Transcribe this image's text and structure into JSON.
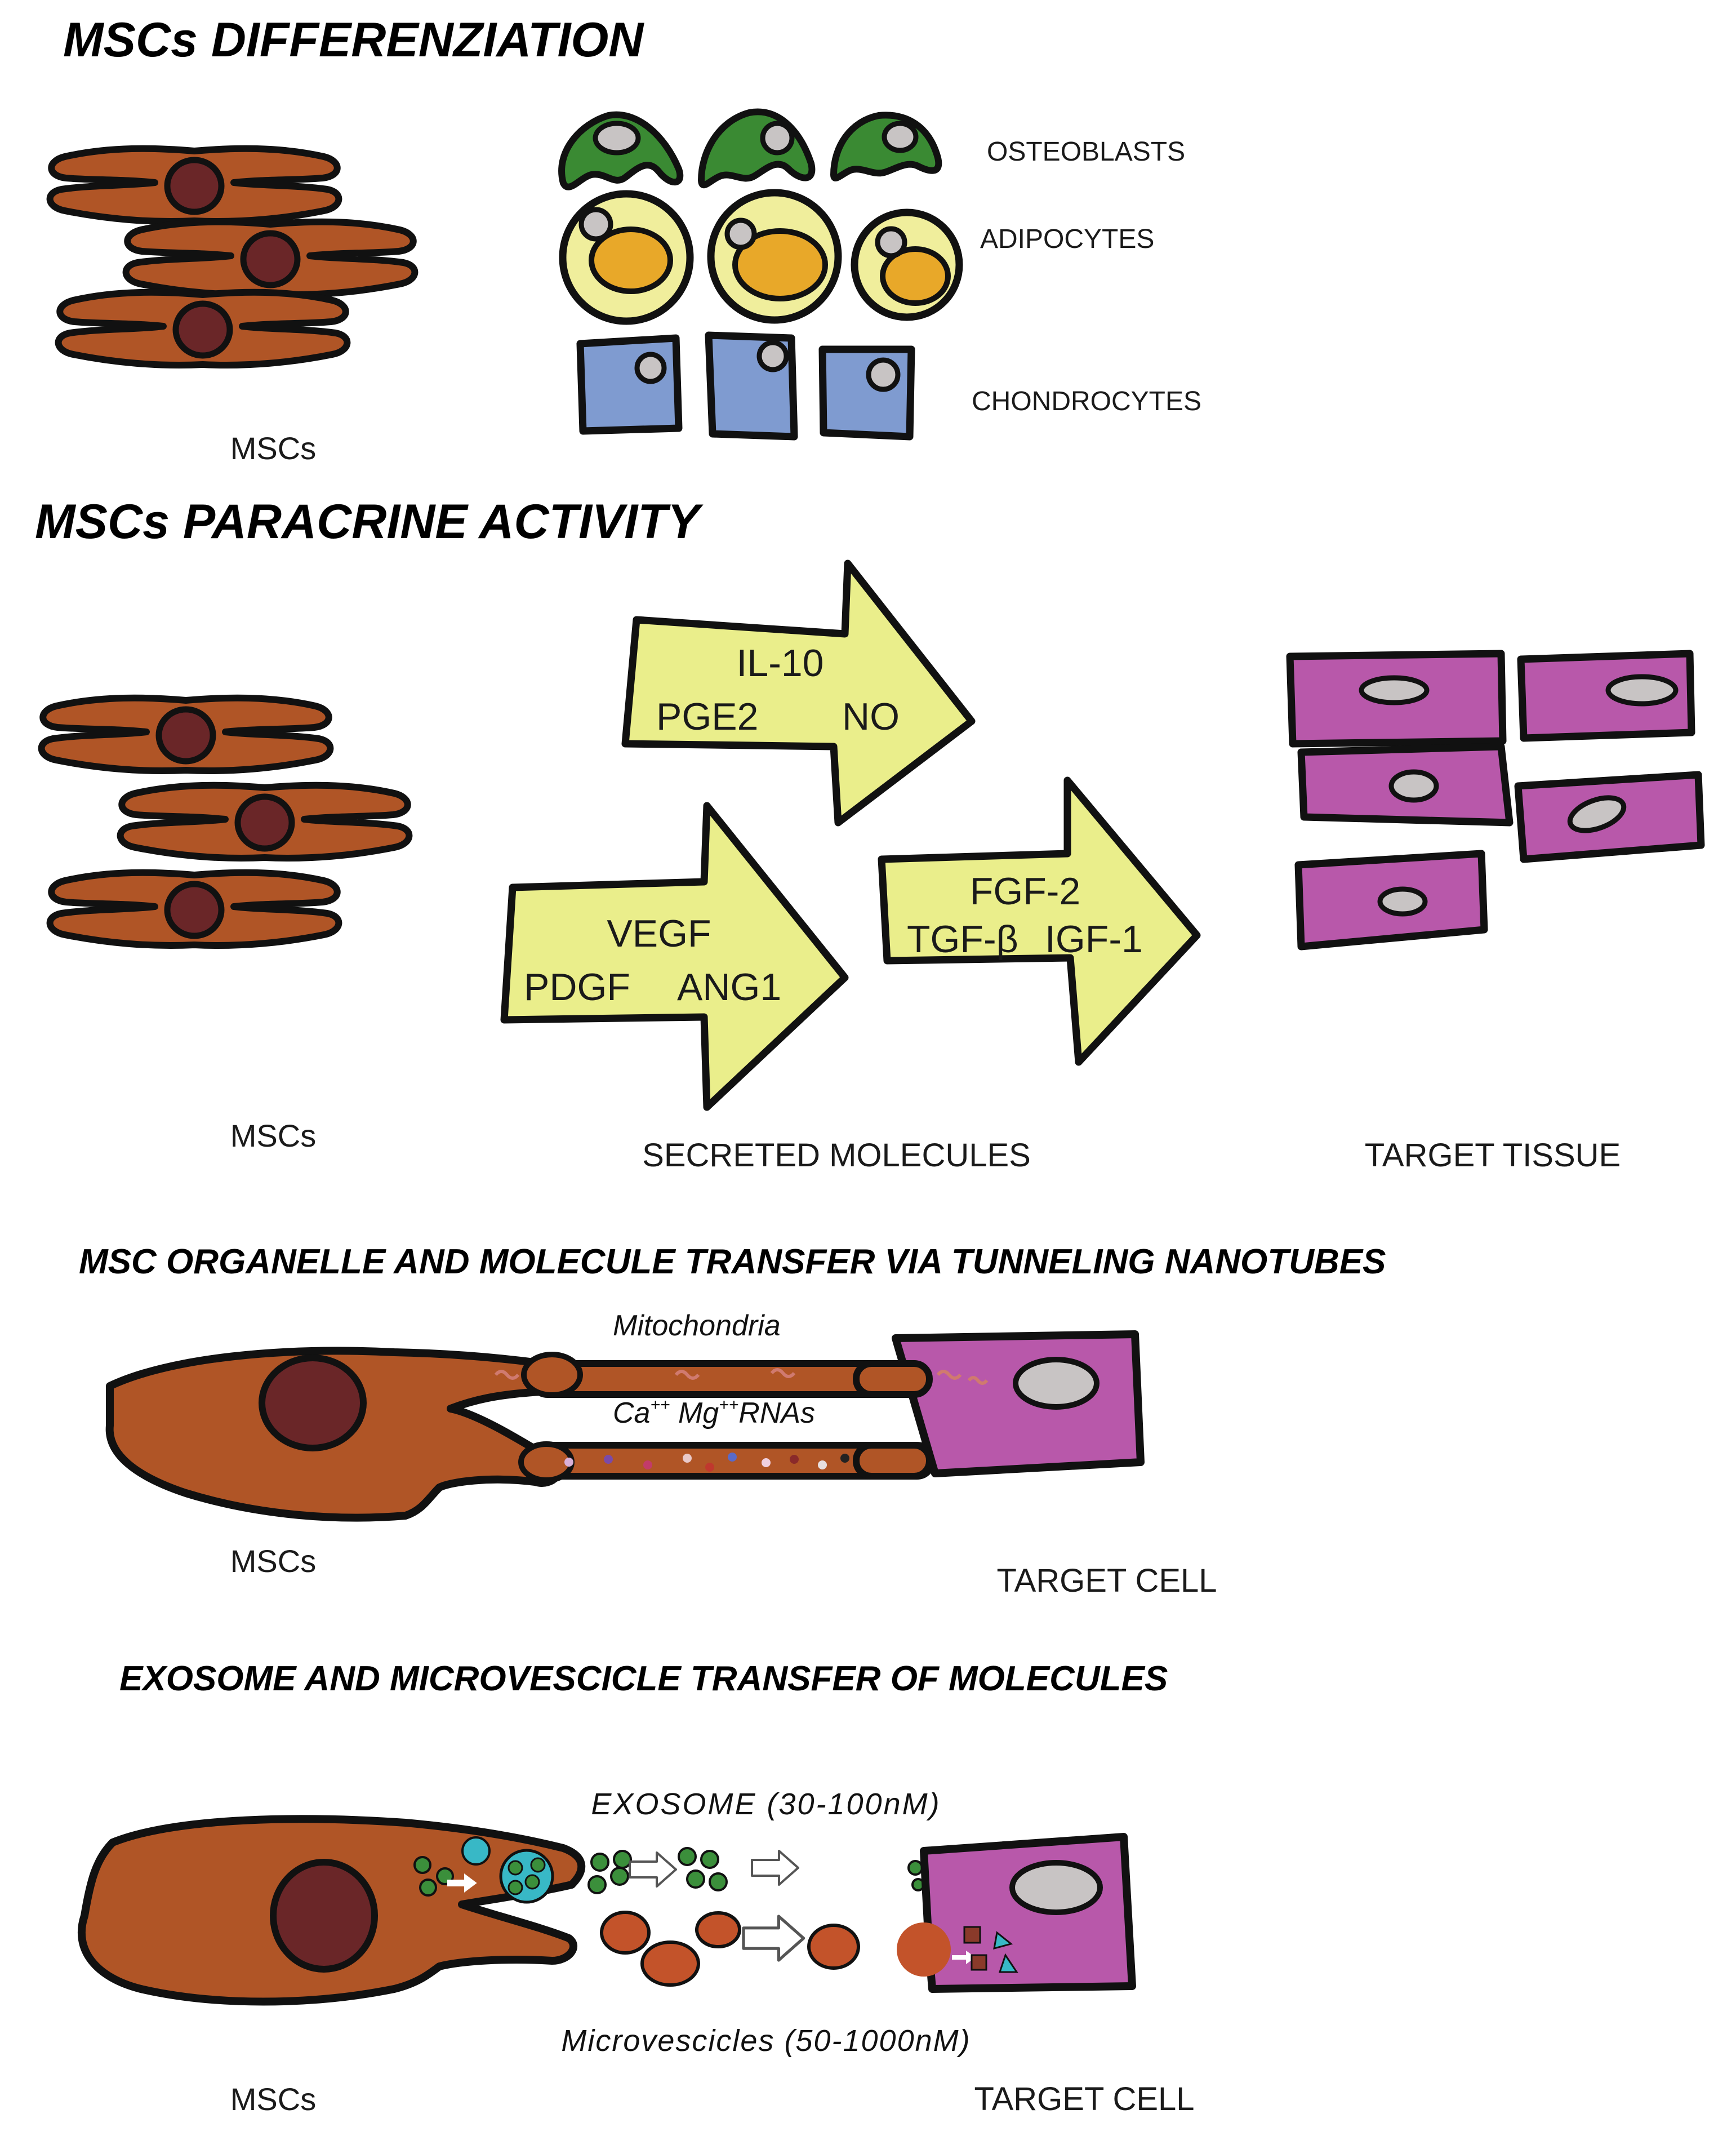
{
  "colors": {
    "msc_body": "#b05526",
    "msc_nucleus": "#6a2628",
    "osteoblast": "#3a8a33",
    "adipocyte_outer": "#f0ee9c",
    "adipocyte_lipid": "#e8a829",
    "chondrocyte": "#7f9bd0",
    "organelle_nucleus": "#c8c4c4",
    "arrow_fill": "#eaee8b",
    "target_cell": "#b858aa",
    "exosome": "#3b8f3b",
    "vesicle_cyan": "#38b8c6",
    "microvesicle": "#c3532a"
  },
  "section1": {
    "title": "MSCs DIFFERENZIATION",
    "msc_label": "MSCs",
    "osteoblasts_label": "OSTEOBLASTS",
    "adipocytes_label": "ADIPOCYTES",
    "chondrocytes_label": "CHONDROCYTES"
  },
  "section2": {
    "title": "MSCs PARACRINE ACTIVITY",
    "msc_label": "MSCs",
    "arrow1": {
      "line1": "IL-10",
      "line2a": "PGE2",
      "line2b": "NO"
    },
    "arrow2": {
      "line1": "VEGF",
      "line2a": "PDGF",
      "line2b": "ANG1"
    },
    "arrow3": {
      "line1": "FGF-2",
      "line2a": "TGF-β",
      "line2b": "IGF-1"
    },
    "secreted_label": "SECRETED MOLECULES",
    "target_label": "TARGET TISSUE"
  },
  "section3": {
    "title": "MSC ORGANELLE AND MOLECULE TRANSFER VIA TUNNELING NANOTUBES",
    "mitochondria_label": "Mitochondria",
    "ca": "Ca",
    "ca_sup": "++",
    "mg": " Mg",
    "mg_sup": "++",
    "rnas": "RNAs",
    "msc_label": "MSCs",
    "target_label": "TARGET CELL"
  },
  "section4": {
    "title": "EXOSOME AND MICROVESCICLE TRANSFER OF MOLECULES",
    "exosome_label": "EXOSOME (30-100nM)",
    "microvesicle_label": "Microvescicles (50-1000nM)",
    "msc_label": "MSCs",
    "target_label": "TARGET CELL"
  }
}
